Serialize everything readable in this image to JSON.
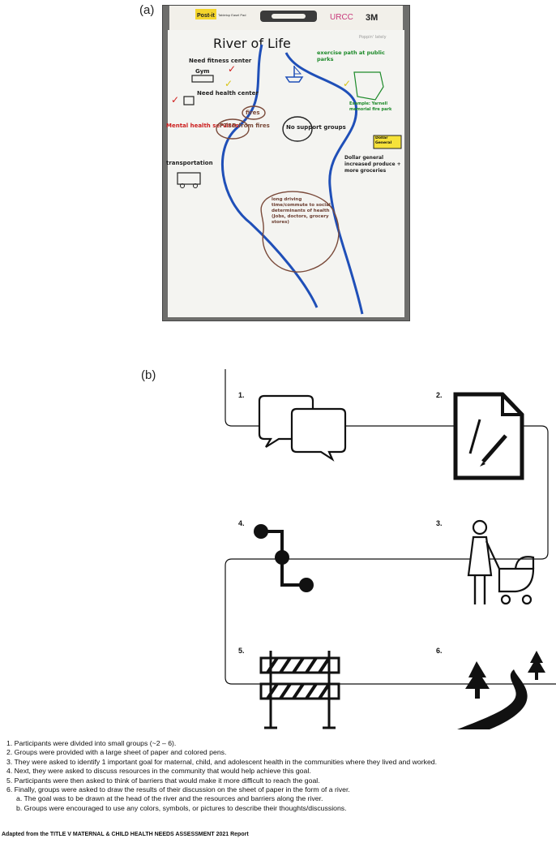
{
  "panels": {
    "a": "(a)",
    "b": "(b)"
  },
  "photo": {
    "pad_brand": "Post-it",
    "pad_subtitle": "Tabletop Easel Pad",
    "pad_maker": "3M",
    "corner_tag": "URCC",
    "title": "River of Life",
    "group_tag": "Poppin' lately",
    "notes": {
      "fitness": "Need fitness center",
      "gym": "Gym",
      "health_center": "Need health center",
      "mental_health": "Mental health services",
      "transportation": "transportation",
      "fires": "fires",
      "ptsd": "PTSD from fires",
      "support": "No support groups",
      "exercise": "exercise path at public parks",
      "example": "Example: Yarnell memorial fire park",
      "dollar_sign": "Dollar General",
      "dollar_text": "Dollar general increased produce + more groceries",
      "driving": "long driving time/commute to social determinants of health (Jobs, doctors, grocery stores)"
    }
  },
  "steps": [
    {
      "number": "1.",
      "icon": "speech-bubbles"
    },
    {
      "number": "2.",
      "icon": "document-with-pen"
    },
    {
      "number": "3.",
      "icon": "mother-with-stroller"
    },
    {
      "number": "4.",
      "icon": "path-nodes"
    },
    {
      "number": "5.",
      "icon": "road-barrier"
    },
    {
      "number": "6.",
      "icon": "river-with-trees"
    }
  ],
  "legend": {
    "items": [
      "1. Participants were divided into small groups (~2 – 6).",
      "2. Groups were provided with a large sheet of paper and colored pens.",
      "3. They were asked to identify 1 important goal for maternal, child, and adolescent health in the communities where they lived and worked.",
      "4. Next, they were asked to discuss resources in the community that would help achieve this goal.",
      "5. Participants were then asked to think of barriers that would make it more difficult to reach the goal.",
      "6. Finally, groups were asked to draw the results of their discussion on the sheet of paper in the form of a river."
    ],
    "subitems": [
      "a. The goal was to be drawn at the head of the river and the resources and barriers along the river.",
      "b. Groups were encouraged to use any colors, symbols, or pictures to describe their thoughts/discussions."
    ]
  },
  "credit": "Adapted from the TITLE V MATERNAL & CHILD HEALTH NEEDS ASSESSMENT 2021 Report"
}
